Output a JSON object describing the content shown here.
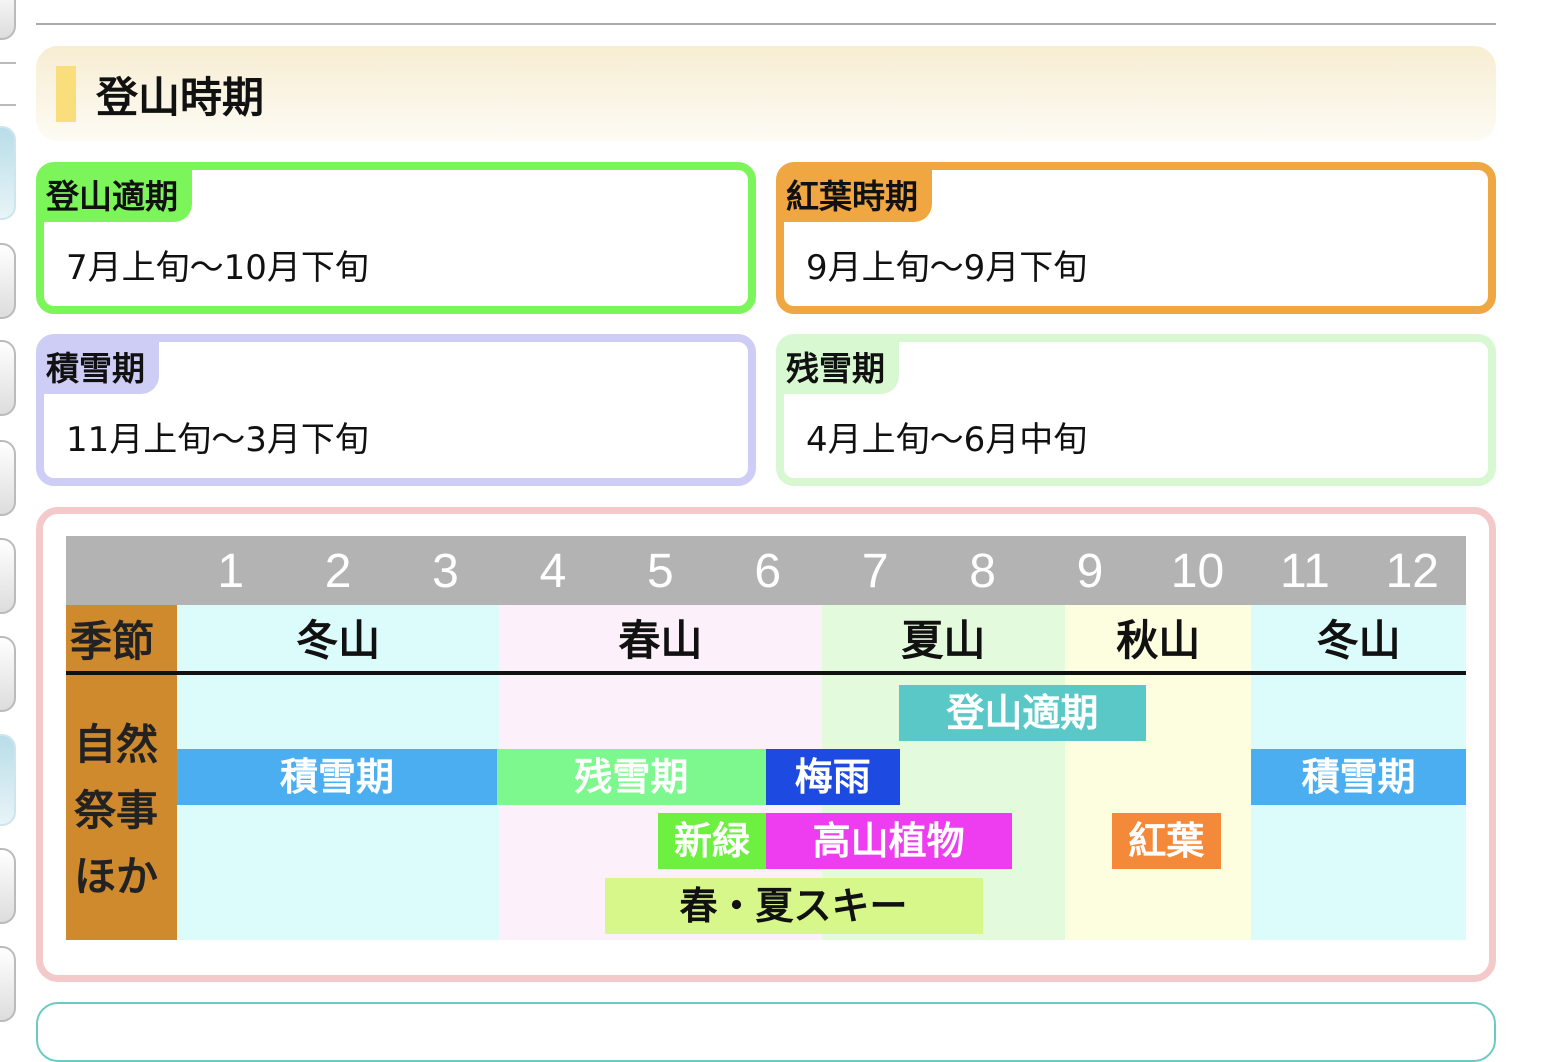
{
  "section_title": "登山時期",
  "periods": [
    {
      "label": "登山適期",
      "value": "7月上旬〜10月下旬",
      "color": "#7cf55a"
    },
    {
      "label": "紅葉時期",
      "value": "9月上旬〜9月下旬",
      "color": "#f0a742"
    },
    {
      "label": "積雪期",
      "value": "11月上旬〜3月下旬",
      "color": "#cdcdf6"
    },
    {
      "label": "残雪期",
      "value": "4月上旬〜6月中旬",
      "color": "#d8f8d2"
    }
  ],
  "chart_data": {
    "type": "table",
    "months": [
      "1",
      "2",
      "3",
      "4",
      "5",
      "6",
      "7",
      "8",
      "9",
      "10",
      "11",
      "12"
    ],
    "row_labels": {
      "season": "季節",
      "events": "自然\n祭事\nほか"
    },
    "seasons": [
      {
        "label": "冬山",
        "start": 1,
        "end": 4,
        "color": "#dcfcfc"
      },
      {
        "label": "春山",
        "start": 4,
        "end": 7,
        "color": "#fcf0fa"
      },
      {
        "label": "夏山",
        "start": 7,
        "end": 9.27,
        "color": "#e3fadc"
      },
      {
        "label": "秋山",
        "start": 9.27,
        "end": 11,
        "color": "#fdfde0"
      },
      {
        "label": "冬山",
        "start": 11,
        "end": 13,
        "color": "#dcfcfc"
      }
    ],
    "events": [
      {
        "label": "登山適期",
        "start": 7.72,
        "end": 10.02,
        "row": 0,
        "color": "#5bc8c8",
        "text": "#ffffff"
      },
      {
        "label": "積雪期",
        "start": 1,
        "end": 3.98,
        "row": 1,
        "color": "#4aaef0",
        "text": "#ffffff"
      },
      {
        "label": "残雪期",
        "start": 3.98,
        "end": 6.48,
        "row": 1,
        "color": "#7cf88e",
        "text": "#ffffff"
      },
      {
        "label": "梅雨",
        "start": 6.48,
        "end": 7.73,
        "row": 1,
        "color": "#1d4ae0",
        "text": "#ffffff"
      },
      {
        "label": "積雪期",
        "start": 11,
        "end": 13,
        "row": 1,
        "color": "#4aaef0",
        "text": "#ffffff"
      },
      {
        "label": "新緑",
        "start": 5.48,
        "end": 6.48,
        "row": 2,
        "color": "#6ef040",
        "text": "#ffffff"
      },
      {
        "label": "高山植物",
        "start": 6.48,
        "end": 8.77,
        "row": 2,
        "color": "#ee3cf0",
        "text": "#ffffff"
      },
      {
        "label": "紅葉",
        "start": 9.7,
        "end": 10.72,
        "row": 2,
        "color": "#f5893a",
        "text": "#ffffff"
      },
      {
        "label": "春・夏スキー",
        "start": 4.98,
        "end": 8.5,
        "row": 3,
        "color": "#d8f78a",
        "text": "#111111"
      }
    ],
    "colors": {
      "header": "#b3b3b3",
      "label_column": "#d08a2e"
    }
  }
}
